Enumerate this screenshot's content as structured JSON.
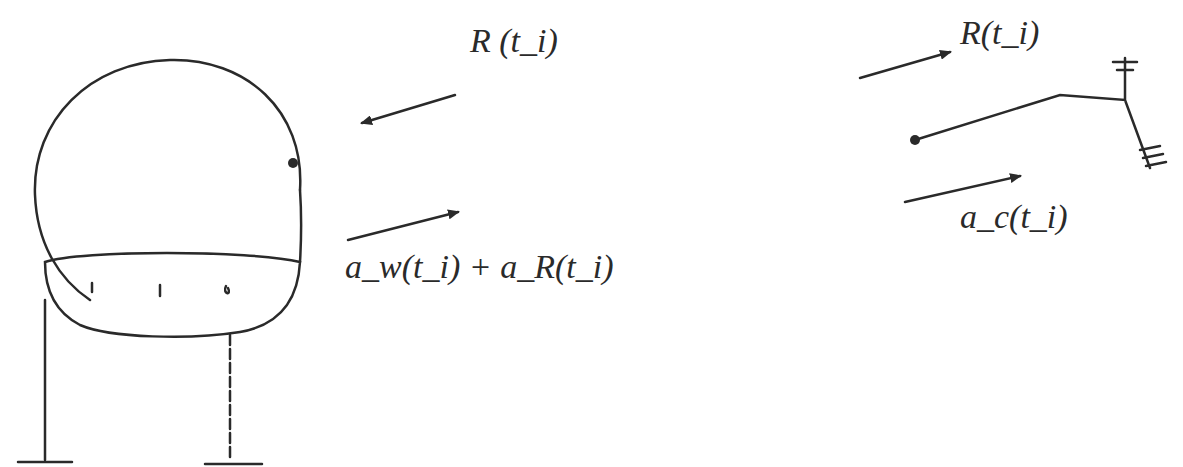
{
  "diagram": {
    "labels": [
      "R (t_i)",
      "a_w(t_i) + a_R(t_i)",
      "R(t_i)",
      "a_c(t_i)"
    ]
  }
}
